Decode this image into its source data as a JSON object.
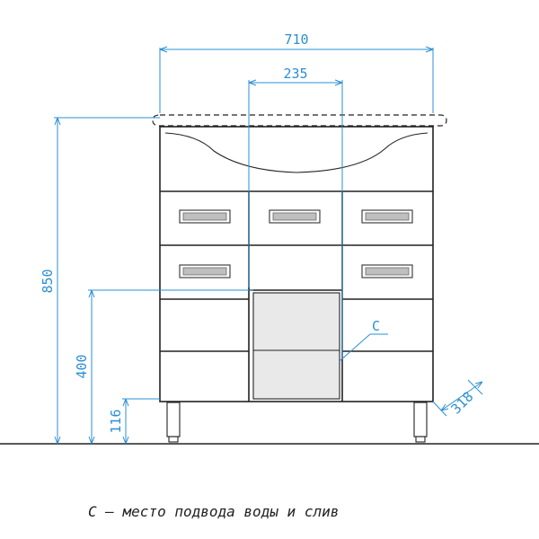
{
  "dimensions": {
    "overall_width": "710",
    "basin_width": "235",
    "overall_height": "850",
    "drain_height": "400",
    "leg_height": "116",
    "depth": "318"
  },
  "labels": {
    "service_zone_marker": "C"
  },
  "caption": "С – место подвода воды и слив",
  "colors": {
    "dimension_lines": "#2a8fd4",
    "outline": "#222222",
    "service_zone_fill": "#e9e9e9"
  }
}
